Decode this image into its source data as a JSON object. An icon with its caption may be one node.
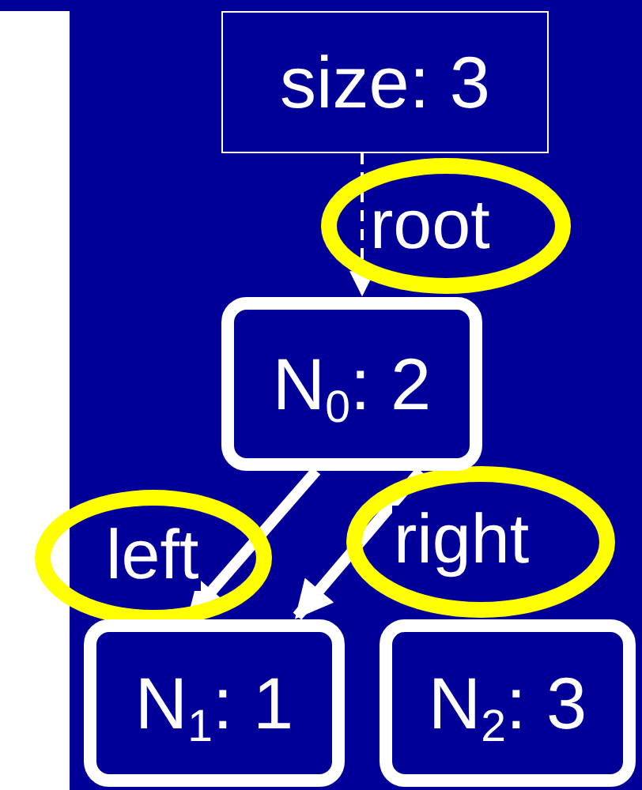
{
  "diagram": {
    "nodes": [
      {
        "text": [
          "size: 3"
        ]
      },
      {
        "text": [
          "N$_{0}$: 2"
        ]
      },
      {
        "text": [
          "N$_{1}$: 1"
        ]
      },
      {
        "text": [
          "N$_{2}$: 3"
        ]
      }
    ],
    "edges": [
      {
        "from": 0,
        "to": 1,
        "arrow": "to",
        "label": "root",
        "style": "dashed"
      },
      {
        "from": 1,
        "to": 2,
        "arrow": "to",
        "label": "left"
      },
      {
        "from": 1,
        "to": 2,
        "arrow": "to",
        "label": "right"
      }
    ]
  }
}
